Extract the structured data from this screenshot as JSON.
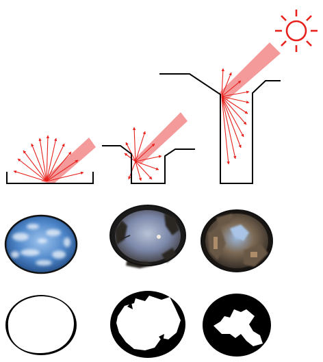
{
  "colors": {
    "background": "#ffffff",
    "outline": "#000000",
    "reflection": "#e8201c",
    "incoming_beam": "#f59a9a",
    "sun": "#e8201c",
    "sky_open": "#ffffff",
    "sky_blocked": "#000000"
  },
  "scenes": [
    {
      "id": "open-ground",
      "reflected_rays": 11
    },
    {
      "id": "shallow-canyon",
      "reflected_rays": 10
    },
    {
      "id": "deep-canyon",
      "reflected_rays": 11
    }
  ],
  "icons": {
    "sun": "sun-icon"
  }
}
